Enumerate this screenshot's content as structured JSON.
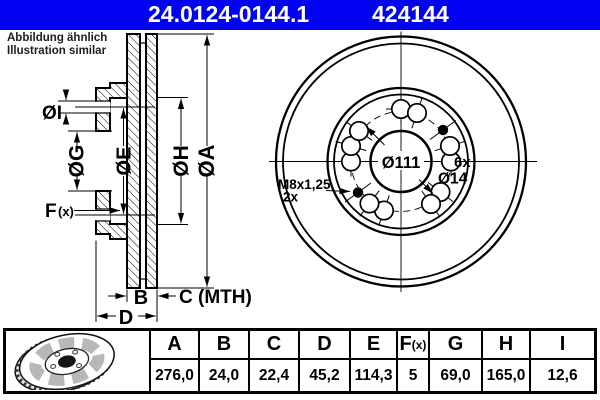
{
  "header": {
    "part_number": "24.0124-0144.1",
    "catalog_number": "424144",
    "bg_color": "#0202f2",
    "text_color": "#ffffff"
  },
  "note": {
    "line1": "Abbildung ähnlich",
    "line2": "Illustration similar"
  },
  "section_view": {
    "labels": {
      "dia_i": "ØI",
      "dia_g": "ØG",
      "dia_e": "ØE",
      "dia_h": "ØH",
      "dia_a": "ØA",
      "f_main": "F",
      "f_sub": "(x)",
      "b": "B",
      "c_mth": "C (MTH)",
      "d": "D"
    }
  },
  "front_view": {
    "labels": {
      "bolt_circle_dia": "Ø111",
      "hole_count": "6x",
      "hole_dia": "Ø14",
      "thread_spec": "M8x1,25",
      "thread_count": "2x"
    }
  },
  "table": {
    "headers": [
      "A",
      "B",
      "C",
      "D",
      "E",
      "F(x)",
      "G",
      "H",
      "I"
    ],
    "f_main": "F",
    "f_sub": "(x)",
    "values": [
      "276,0",
      "24,0",
      "22,4",
      "45,2",
      "114,3",
      "5",
      "69,0",
      "165,0",
      "12,6"
    ]
  },
  "icon": {
    "name": "vented-brake-disc-illustration"
  },
  "colors": {
    "header_bg": "#0202f2",
    "line": "#000000",
    "icon_gray": "#b8b8b8"
  }
}
